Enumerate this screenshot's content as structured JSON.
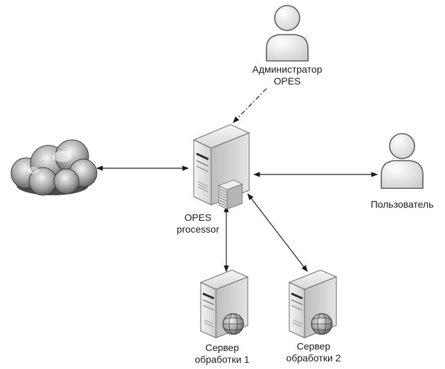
{
  "nodes": {
    "admin": {
      "line1": "Администратор",
      "line2": "OPES"
    },
    "processor": {
      "line1": "OPES",
      "line2": "processor"
    },
    "user": {
      "line1": "Пользователь"
    },
    "server1": {
      "line1": "Сервер",
      "line2": "обработки 1"
    },
    "server2": {
      "line1": "Сервер",
      "line2": "обработки 2"
    }
  },
  "edges": [
    {
      "from": "cloud",
      "to": "processor",
      "style": "solid",
      "arrows": "both"
    },
    {
      "from": "processor",
      "to": "user",
      "style": "solid",
      "arrows": "both"
    },
    {
      "from": "admin",
      "to": "processor",
      "style": "dash-dot",
      "arrows": "end"
    },
    {
      "from": "processor",
      "to": "server1",
      "style": "solid",
      "arrows": "both"
    },
    {
      "from": "processor",
      "to": "server2",
      "style": "solid",
      "arrows": "both"
    }
  ],
  "colors": {
    "line": "#1a1a1a",
    "server_body": "#e6e6e6",
    "person": "#dcdcdc",
    "cloud": "#9a9a9a"
  }
}
